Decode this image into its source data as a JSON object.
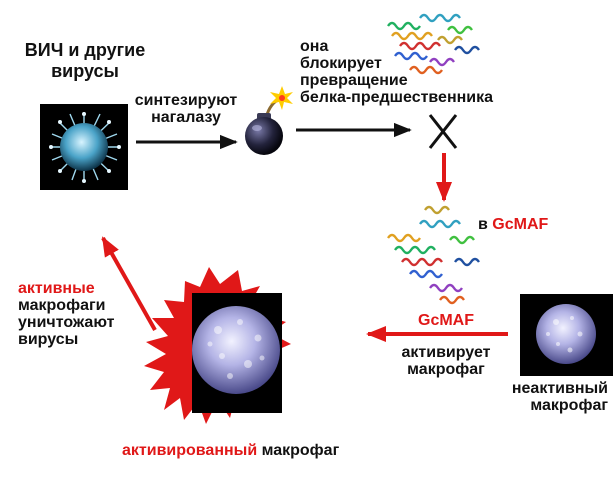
{
  "virus_label": {
    "line1": "ВИЧ и другие",
    "line2": "вирусы"
  },
  "synth_label": {
    "line1": "синтезируют",
    "line2": "нагалазу"
  },
  "block_label": {
    "line1": "она",
    "line2": "блокирует",
    "line3": "превращение",
    "line4": "белка-предшественника"
  },
  "into_label": {
    "prefix": "в ",
    "highlight": "GcMAF"
  },
  "gcmaf_arrow_label": "GcMAF",
  "activates_label": {
    "line1": "активирует",
    "line2": "макрофаг"
  },
  "inactive_label": {
    "line1": "неактивный",
    "line2": "макрофаг"
  },
  "kill_label": {
    "highlight": "активные",
    "line2": "макрофаги",
    "line3": "уничтожают",
    "line4": "вирусы"
  },
  "activated_label": {
    "highlight": "активированный",
    "rest": " макрофаг"
  },
  "colors": {
    "red": "#e01818",
    "black": "#111111",
    "cell": "#a9a9e0"
  }
}
